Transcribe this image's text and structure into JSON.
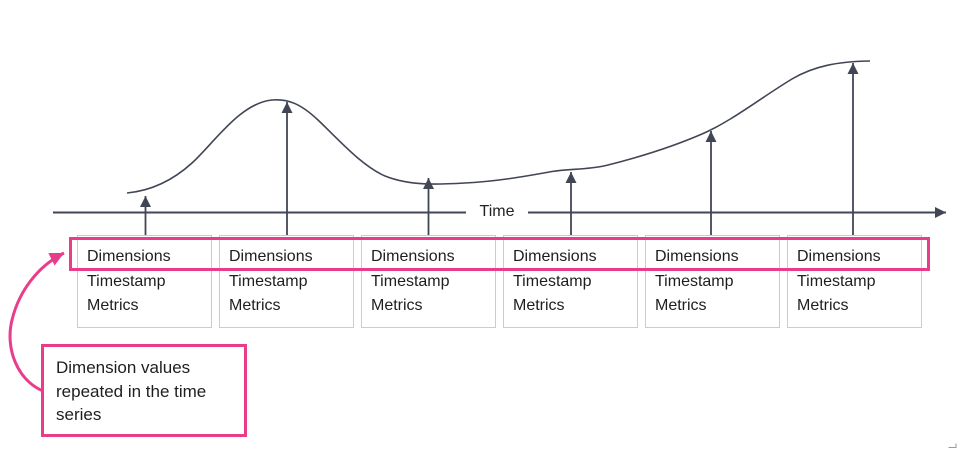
{
  "diagram": {
    "axis_label": "Time",
    "records": [
      {
        "fields": {
          "dimensions": "Dimensions",
          "timestamp": "Timestamp",
          "metrics": "Metrics"
        }
      },
      {
        "fields": {
          "dimensions": "Dimensions",
          "timestamp": "Timestamp",
          "metrics": "Metrics"
        }
      },
      {
        "fields": {
          "dimensions": "Dimensions",
          "timestamp": "Timestamp",
          "metrics": "Metrics"
        }
      },
      {
        "fields": {
          "dimensions": "Dimensions",
          "timestamp": "Timestamp",
          "metrics": "Metrics"
        }
      },
      {
        "fields": {
          "dimensions": "Dimensions",
          "timestamp": "Timestamp",
          "metrics": "Metrics"
        }
      },
      {
        "fields": {
          "dimensions": "Dimensions",
          "timestamp": "Timestamp",
          "metrics": "Metrics"
        }
      }
    ],
    "callout": {
      "text": "Dimension values repeated in the time series"
    },
    "colors": {
      "accent_pink": "#e93d8c",
      "stroke_dark": "#414654",
      "box_border": "#c9ccd2",
      "text": "#1e1e1e"
    }
  }
}
